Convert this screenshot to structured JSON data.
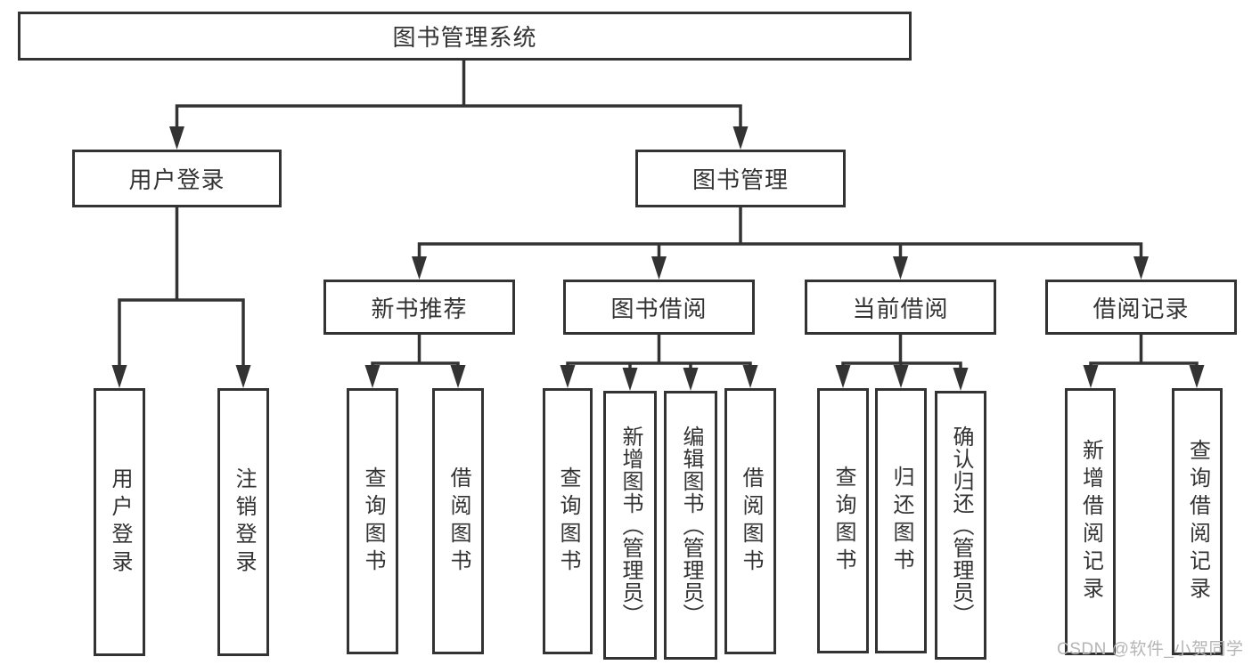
{
  "tree": {
    "root": {
      "label": "图书管理系统"
    },
    "branches": [
      {
        "label": "用户登录",
        "children": [
          {
            "label": "用户登录"
          },
          {
            "label": "注销登录"
          }
        ]
      },
      {
        "label": "图书管理",
        "groups": [
          {
            "label": "新书推荐",
            "children": [
              {
                "label": "查询图书"
              },
              {
                "label": "借阅图书"
              }
            ]
          },
          {
            "label": "图书借阅",
            "children": [
              {
                "label": "查询图书"
              },
              {
                "label": "新增图书（管理员）"
              },
              {
                "label": "编辑图书（管理员）"
              },
              {
                "label": "借阅图书"
              }
            ]
          },
          {
            "label": "当前借阅",
            "children": [
              {
                "label": "查询图书"
              },
              {
                "label": "归还图书"
              },
              {
                "label": "确认归还（管理员）"
              }
            ]
          },
          {
            "label": "借阅记录",
            "children": [
              {
                "label": "新增借阅记录"
              },
              {
                "label": "查询借阅记录"
              }
            ]
          }
        ]
      }
    ]
  },
  "watermark": {
    "text": "CSDN @软件_小贺同学"
  },
  "colors": {
    "line": "#333333",
    "text": "#333333",
    "watermark": "#b5b5b5",
    "background": "#ffffff"
  }
}
